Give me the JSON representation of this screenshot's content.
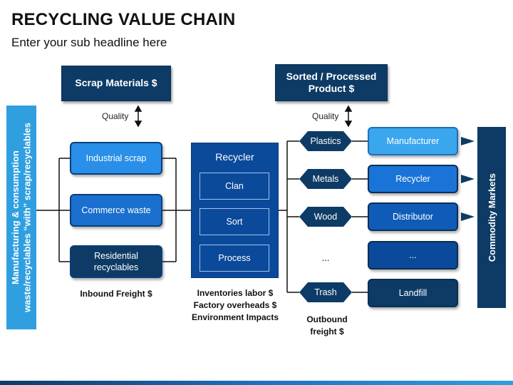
{
  "title": "RECYCLING VALUE CHAIN",
  "subtitle": "Enter your sub headline here",
  "headers": {
    "scrap": "Scrap Materials $",
    "sorted_line1": "Sorted / Processed",
    "sorted_line2": "Product $"
  },
  "quality_label": "Quality",
  "side_label": {
    "line1": "Manufacturing & consumption",
    "line2": "waste/recyclables “with” scrap/recyclables"
  },
  "inbound": {
    "items": [
      "Industrial scrap",
      "Commerce waste",
      "Residential recyclables"
    ],
    "note": "Inbound Freight $"
  },
  "recycler": {
    "title": "Recycler",
    "steps": [
      "Clan",
      "Sort",
      "Process"
    ],
    "notes": [
      "Inventories labor $",
      "Factory overheads $",
      "Environment Impacts"
    ]
  },
  "materials": [
    "Plastics",
    "Metals",
    "Wood",
    "...",
    "Trash"
  ],
  "destinations": [
    "Manufacturer",
    "Recycler",
    "Distributor",
    "...",
    "Landfill"
  ],
  "outbound_note": {
    "line1": "Outbound",
    "line2": "freight $"
  },
  "commodity_label": "Commodity Markets",
  "colors": {
    "dark_navy": "#0d3b66",
    "bright_blue": "#2f9fe0",
    "medium_blue": "#1a74d8",
    "recycler_blue": "#0b4a9a"
  }
}
